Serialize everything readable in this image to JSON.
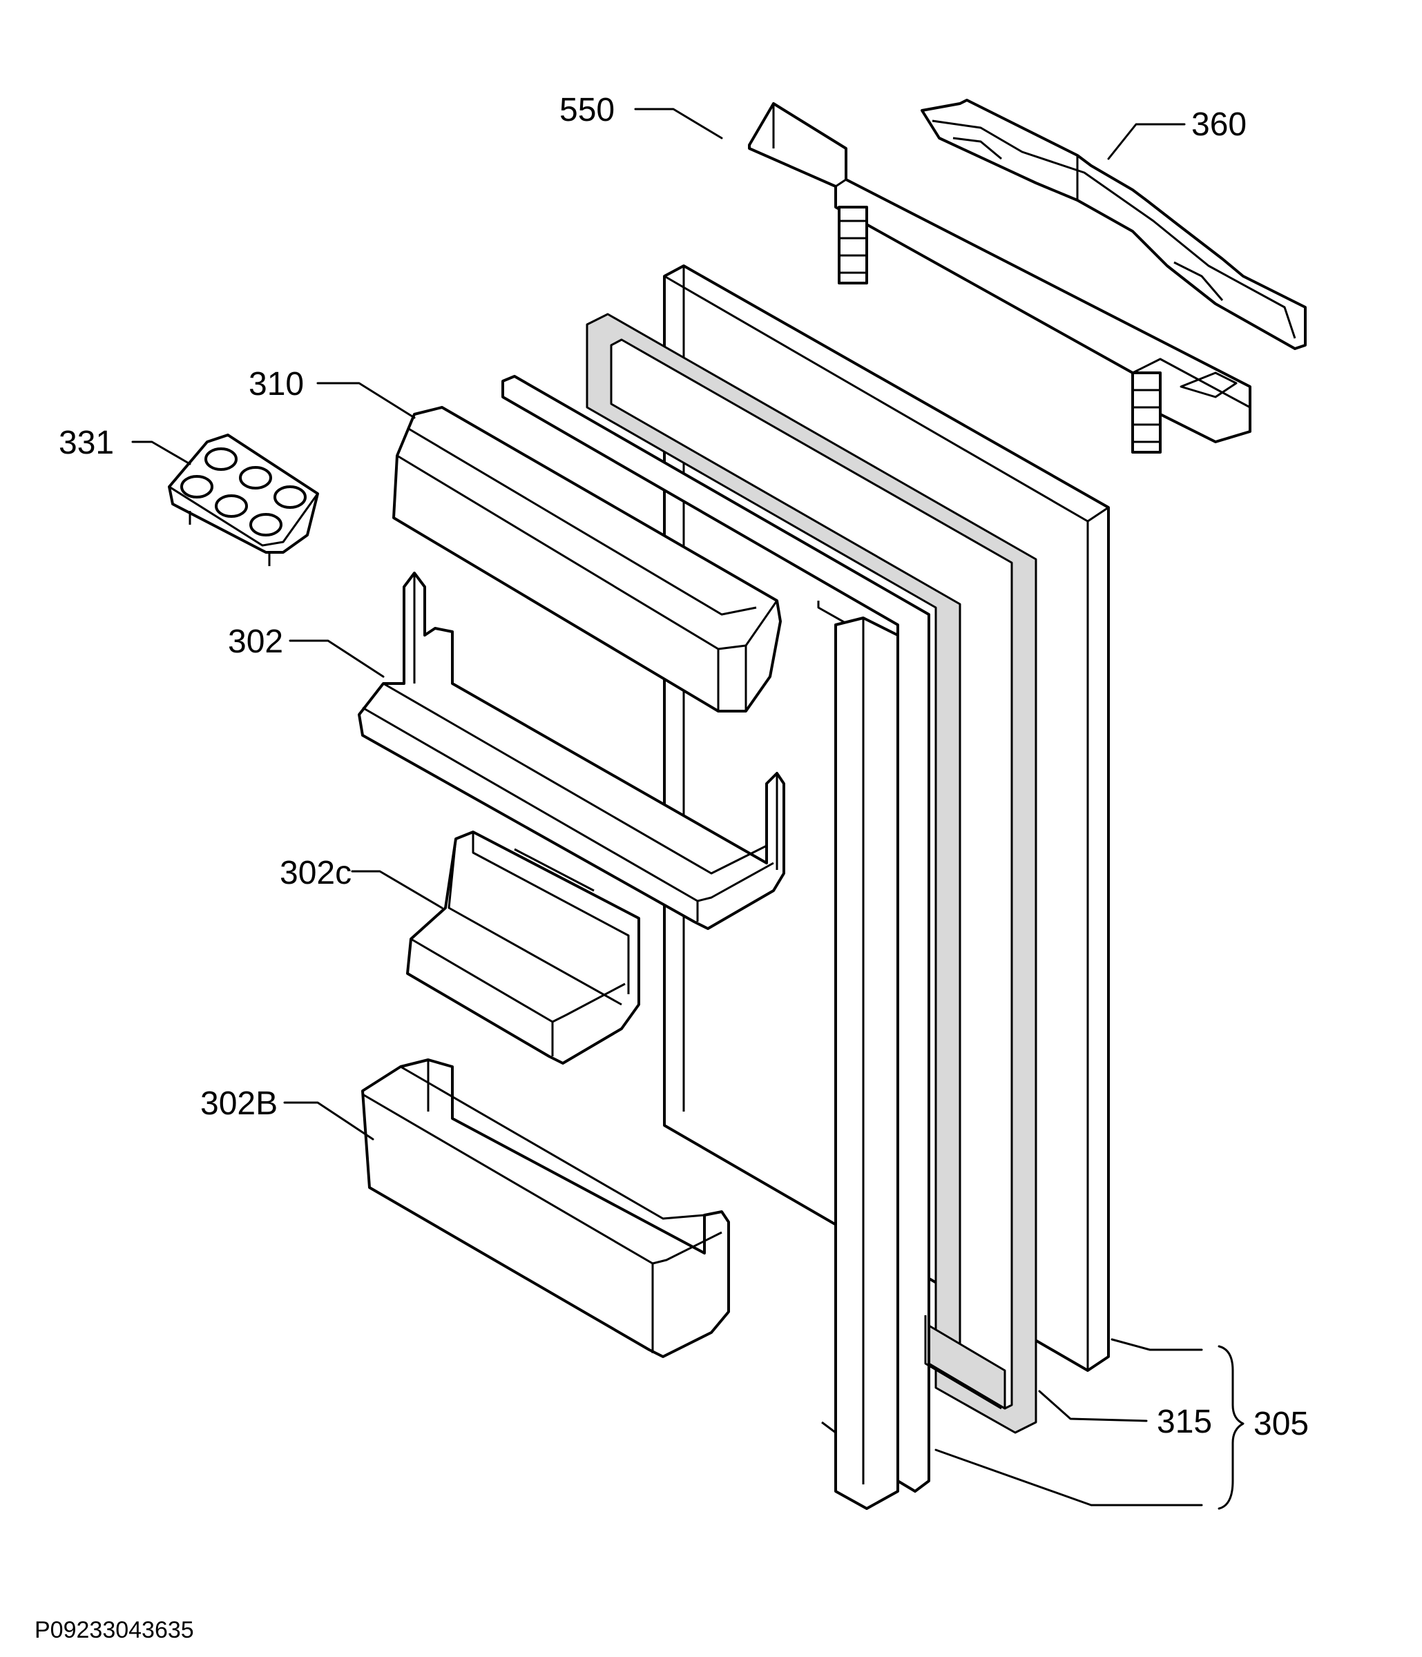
{
  "labels": {
    "l550": "550",
    "l360": "360",
    "l310": "310",
    "l331": "331",
    "l302": "302",
    "l302c": "302c",
    "l302b": "302B",
    "l315": "315",
    "l305": "305"
  },
  "document_code": "P09233043635"
}
